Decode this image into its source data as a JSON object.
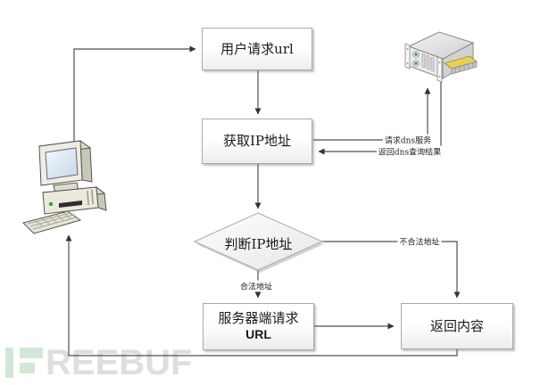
{
  "diagram": {
    "nodes": {
      "user_request": {
        "label": "用户请求url"
      },
      "get_ip": {
        "label": "获取IP地址"
      },
      "judge_ip": {
        "label": "判断IP地址"
      },
      "server_request": {
        "line1": "服务器端请求",
        "line2": "URL"
      },
      "return_content": {
        "label": "返回内容"
      }
    },
    "edge_labels": {
      "dns_request": "请求dns服务",
      "dns_response": "返回dns查询结果",
      "invalid_address": "不合法地址",
      "valid_address": "合法地址"
    },
    "icons": {
      "client": "desktop-computer-icon",
      "dns_server": "rack-server-icon"
    }
  },
  "watermark": {
    "text": "REEBUF",
    "logo_green": "#cfe9d6",
    "text_gray": "#dedede"
  },
  "colors": {
    "background": "#ffffff",
    "connector": "#4f4f4f",
    "node_border": "#a9a9a9",
    "node_fill_top": "#ffffff",
    "node_fill_bottom": "#ededed",
    "led_green": "#4aa14e",
    "tray_yellow": "#e8cf56"
  }
}
